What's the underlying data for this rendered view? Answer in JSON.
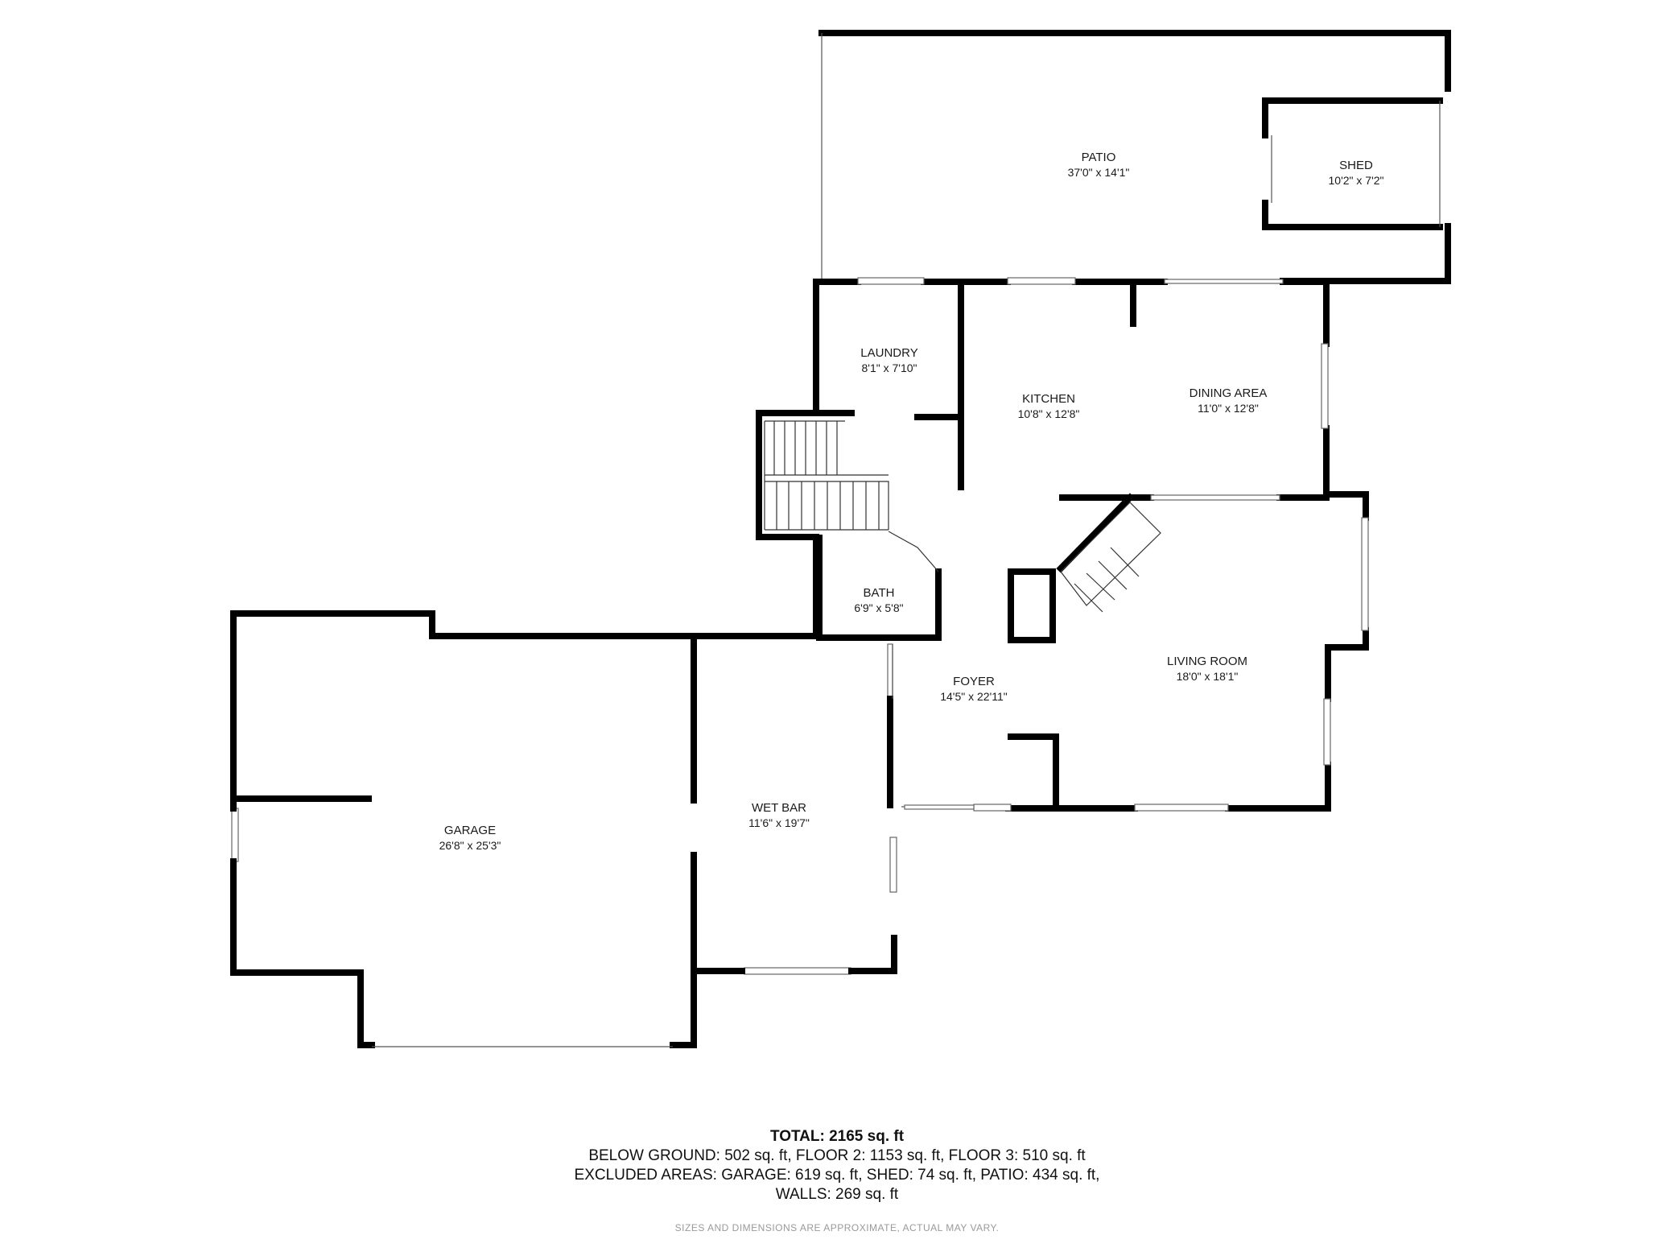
{
  "rooms": {
    "patio": {
      "name": "PATIO",
      "dim": "37'0\" x 14'1\""
    },
    "shed": {
      "name": "SHED",
      "dim": "10'2\" x 7'2\""
    },
    "laundry": {
      "name": "LAUNDRY",
      "dim": "8'1\" x 7'10\""
    },
    "kitchen": {
      "name": "KITCHEN",
      "dim": "10'8\" x 12'8\""
    },
    "dining": {
      "name": "DINING AREA",
      "dim": "11'0\" x 12'8\""
    },
    "bath": {
      "name": "BATH",
      "dim": "6'9\" x 5'8\""
    },
    "living": {
      "name": "LIVING ROOM",
      "dim": "18'0\" x 18'1\""
    },
    "foyer": {
      "name": "FOYER",
      "dim": "14'5\" x 22'11\""
    },
    "garage": {
      "name": "GARAGE",
      "dim": "26'8\" x 25'3\""
    },
    "wetbar": {
      "name": "WET BAR",
      "dim": "11'6\" x 19'7\""
    }
  },
  "summary": {
    "total": "TOTAL: 2165 sq. ft",
    "line1": "BELOW GROUND: 502 sq. ft, FLOOR 2: 1153 sq. ft, FLOOR 3: 510 sq. ft",
    "line2": "EXCLUDED AREAS: GARAGE: 619 sq. ft, SHED: 74 sq. ft, PATIO: 434 sq. ft,",
    "line3": "WALLS: 269 sq. ft"
  },
  "disclaimer": "SIZES AND DIMENSIONS ARE APPROXIMATE, ACTUAL MAY VARY."
}
